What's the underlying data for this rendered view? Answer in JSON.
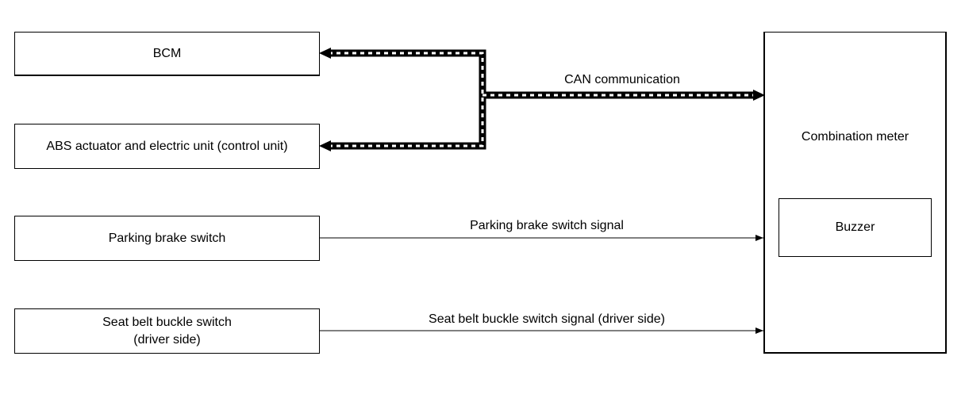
{
  "diagram": {
    "nodes": {
      "bcm": {
        "label": "BCM"
      },
      "abs": {
        "label": "ABS actuator and electric unit (control unit)"
      },
      "parking_switch": {
        "label": "Parking brake switch"
      },
      "seatbelt_switch": {
        "label": "Seat belt buckle switch\n(driver side)"
      },
      "combination_meter": {
        "label": "Combination meter"
      },
      "buzzer": {
        "label": "Buzzer"
      }
    },
    "signals": {
      "can": {
        "label": "CAN communication",
        "type": "bus"
      },
      "parking": {
        "label": "Parking brake switch signal"
      },
      "seatbelt": {
        "label": "Seat belt buckle switch signal (driver side)"
      }
    },
    "colors": {
      "line": "#000000",
      "bus_dash": "#ffffff",
      "background": "#ffffff"
    }
  }
}
